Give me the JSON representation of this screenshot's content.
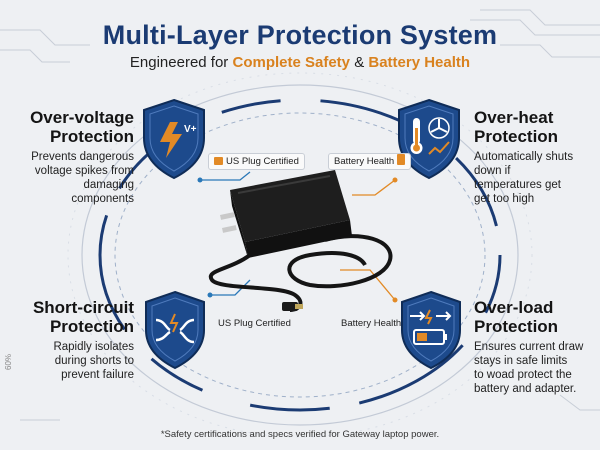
{
  "header": {
    "title": "Multi-Layer Protection System",
    "subtitle_prefix": "Engineered for ",
    "subtitle_hl1": "Complete Safety",
    "subtitle_mid": " & ",
    "subtitle_hl2": "Battery Health"
  },
  "features": {
    "over_voltage": {
      "title_line1": "Over-voltage",
      "title_line2": "Protection",
      "desc_lines": [
        "Prevents dangerous",
        "voltage spikes from",
        "damaging",
        "components"
      ],
      "icon": "lightning-bolt-icon",
      "icon_text": "V+"
    },
    "over_heat": {
      "title_line1": "Over-heat",
      "title_line2": "Protection",
      "desc_lines": [
        "Automatically shuts",
        "down if",
        "temperatures get",
        "get too high"
      ],
      "icon": "thermometer-fan-icon"
    },
    "short_circuit": {
      "title_line1": "Short-circuit",
      "title_line2": "Protection",
      "desc_lines": [
        "Rapidly isolates",
        "during shorts to",
        "prevent failure"
      ],
      "icon": "broken-wire-icon"
    },
    "over_load": {
      "title_line1": "Over-load",
      "title_line2": "Protection",
      "desc_lines": [
        "Ensures current draw",
        "stays in safe limits",
        "to woad protect the",
        "battery and adapter."
      ],
      "icon": "battery-load-icon"
    }
  },
  "tags": {
    "top_left": "US Plug Certified",
    "top_right": "Battery Health",
    "bottom_left": "US Plug Certified",
    "bottom_right": "Battery Health"
  },
  "footer": "*Safety certifications and specs verified for Gateway laptop power.",
  "side_note": "60%",
  "colors": {
    "navy": "#1b3b73",
    "accent_orange": "#e28a26",
    "shield_blue": "#1d4a8c"
  }
}
